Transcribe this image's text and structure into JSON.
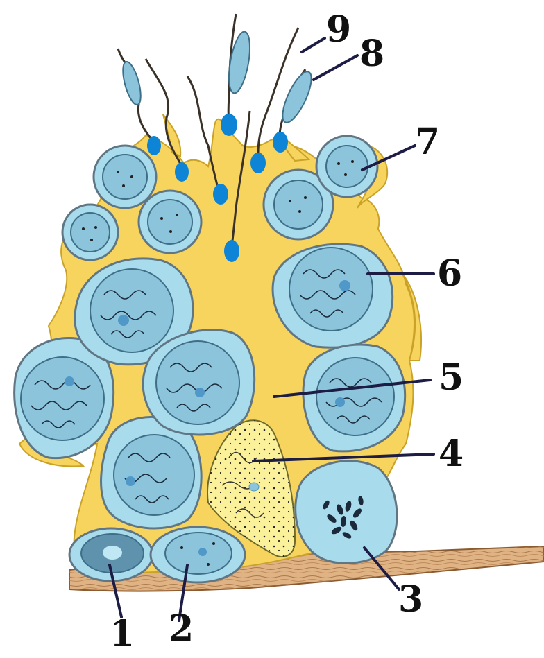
{
  "colors": {
    "background": "#ffffff",
    "sertoli_cytoplasm": "#f7d45e",
    "cytoplasm_outline": "#c9a227",
    "cell_blue": "#a8dbec",
    "cell_outline": "#607684",
    "nucleus_blue": "#8cc4dc",
    "dark_nucleus": "#5f93ad",
    "nucleolus": "#4f98c8",
    "sperm_head_tip": "#0d84d6",
    "tail": "#3a3128",
    "membrane": "#d7a87a",
    "label_text": "#111111",
    "pointer": "#1c1c44"
  },
  "labels": [
    {
      "id": "1",
      "text": "1"
    },
    {
      "id": "2",
      "text": "2"
    },
    {
      "id": "3",
      "text": "3"
    },
    {
      "id": "4",
      "text": "4"
    },
    {
      "id": "5",
      "text": "5"
    },
    {
      "id": "6",
      "text": "6"
    },
    {
      "id": "7",
      "text": "7"
    },
    {
      "id": "8",
      "text": "8"
    },
    {
      "id": "9",
      "text": "9"
    }
  ]
}
